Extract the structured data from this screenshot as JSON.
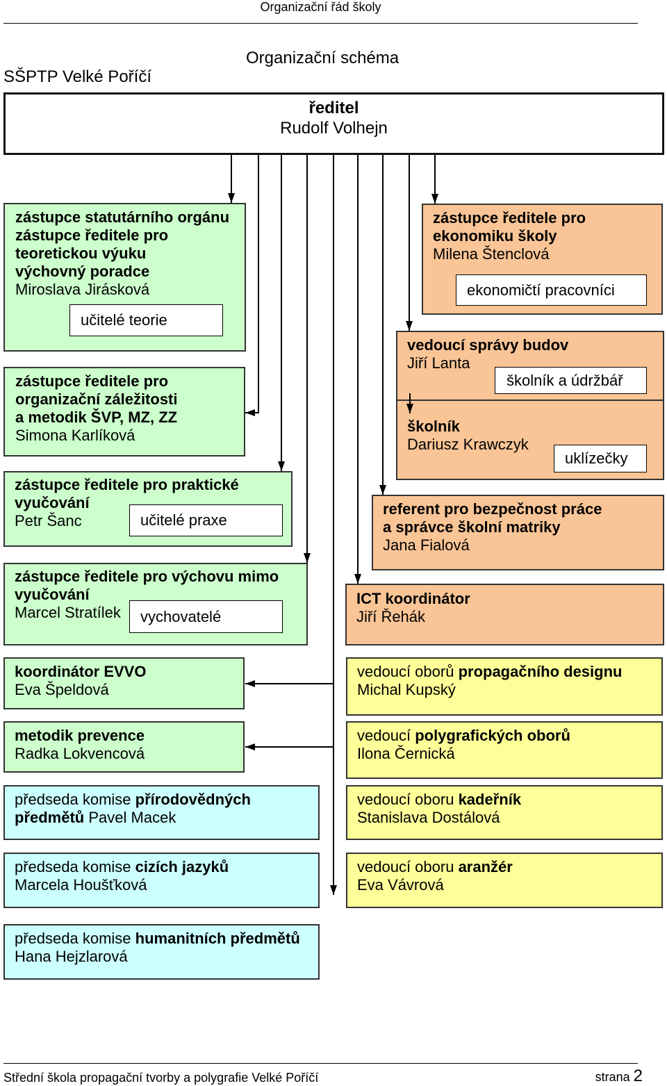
{
  "header": {
    "title": "Organizační řád školy"
  },
  "school_abbr": "SŠPTP Velké Poříčí",
  "heading": "Organizační schéma",
  "director": {
    "role": "ředitel",
    "name": "Rudolf Volhejn"
  },
  "deputy_theory": {
    "roles": [
      "zástupce statutárního orgánu",
      "zástupce ředitele pro",
      "teoretickou výuku",
      "výchovný poradce"
    ],
    "name": "Miroslava Jirásková",
    "staff": "učitelé teorie"
  },
  "deputy_organization": {
    "roles": [
      "zástupce ředitele pro",
      "organizační záležitosti",
      "a metodik ŠVP, MZ, ZZ"
    ],
    "name": "Simona Karlíková"
  },
  "deputy_practical": {
    "roles": [
      "zástupce ředitele pro praktické",
      "vyučování"
    ],
    "name": "Petr Šanc",
    "staff": "učitelé praxe"
  },
  "deputy_extracurricular": {
    "roles": [
      "zástupce ředitele pro výchovu mimo",
      "vyučování"
    ],
    "name": "Marcel Stratílek",
    "staff": "vychovatelé"
  },
  "evvo_coordinator": {
    "role": "koordinátor EVVO",
    "name": "Eva Špeldová"
  },
  "prevention_methodist": {
    "role": "metodik prevence",
    "name": "Radka Lokvencová"
  },
  "committee_science": {
    "label": "předseda komise",
    "subject_lines": [
      "přírodovědných",
      "předmětů"
    ],
    "name": "Pavel Macek"
  },
  "committee_languages": {
    "label": "předseda komise",
    "subject": "cizích jazyků",
    "name": "Marcela Houšťková"
  },
  "committee_humanities": {
    "label": "předseda komise",
    "subject": "humanitních předmětů",
    "name": "Hana Hejzlarová"
  },
  "deputy_economics": {
    "roles": [
      "zástupce ředitele pro",
      "ekonomiku školy"
    ],
    "name": "Milena Štenclová",
    "staff": "ekonomičtí pracovníci"
  },
  "facilities_manager": {
    "role": "vedoucí správy budov",
    "name": "Jiří Lanta",
    "staff": "školník a údržbář"
  },
  "caretaker": {
    "role": "školník",
    "name": "Dariusz Krawczyk",
    "staff": "uklízečky"
  },
  "safety_officer": {
    "roles": [
      "referent pro bezpečnost práce",
      "a správce školní matriky"
    ],
    "name": "Jana Fialová"
  },
  "ict_coordinator": {
    "role": "ICT koordinátor",
    "name": "Jiří Řehák"
  },
  "field_design": {
    "label": "vedoucí oborů",
    "field": "propagačního designu",
    "name": "Michal Kupský"
  },
  "field_polygraphy": {
    "label": "vedoucí",
    "field": "polygrafických oborů",
    "name": "Ilona Černická"
  },
  "field_hairdresser": {
    "label": "vedoucí oboru",
    "field": "kadeřník",
    "name": "Stanislava Dostálová"
  },
  "field_decorator": {
    "label": "vedoucí oboru",
    "field": "aranžér",
    "name": "Eva Vávrová"
  },
  "footer": {
    "school": "Střední škola propagační tvorby a polygrafie Velké Poříčí",
    "page_label": "strana",
    "page_number": "2"
  },
  "colors": {
    "green": "#ccffcc",
    "cyan": "#ccffff",
    "orange": "#fac596",
    "yellow": "#ffff99"
  }
}
